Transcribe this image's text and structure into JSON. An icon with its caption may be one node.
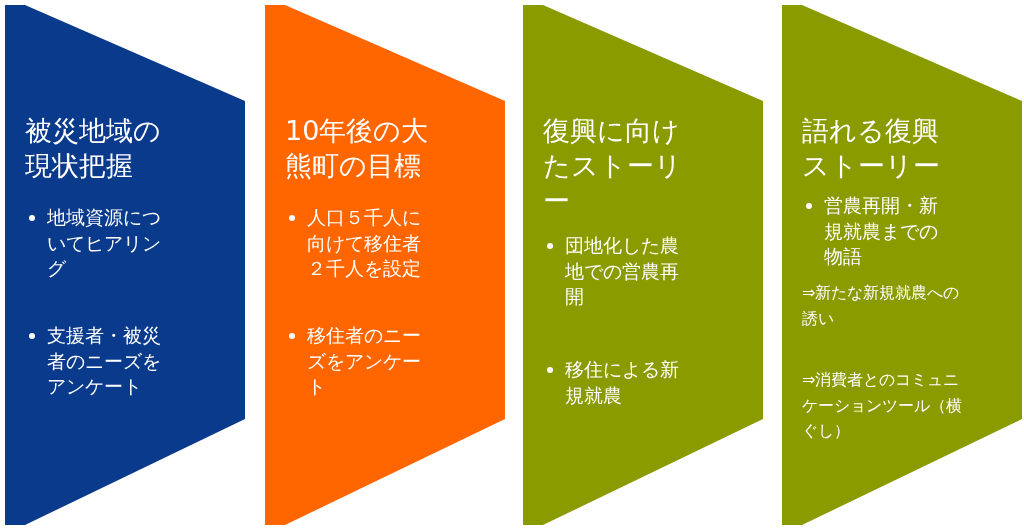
{
  "diagram": {
    "nodes": [
      {
        "text": [
          "被災地域の現状把握",
          "地域資源についてヒアリング",
          "支援者・被災者のニーズをアンケート"
        ]
      },
      {
        "text": [
          "10年後の大熊町の目標",
          "人口５千人に向けて移住者２千人を設定",
          "移住者のニーズをアンケート"
        ]
      },
      {
        "text": [
          "復興に向けたストーリー",
          "団地化した農地での営農再開",
          "移住による新規就農"
        ]
      },
      {
        "text": [
          "語れる復興ストーリー",
          "営農再開・新規就農までの物語",
          "⇒新たな新規就農への誘い",
          "⇒消費者とのコミュニケーションツール（横ぐし）"
        ]
      }
    ],
    "edges": []
  }
}
